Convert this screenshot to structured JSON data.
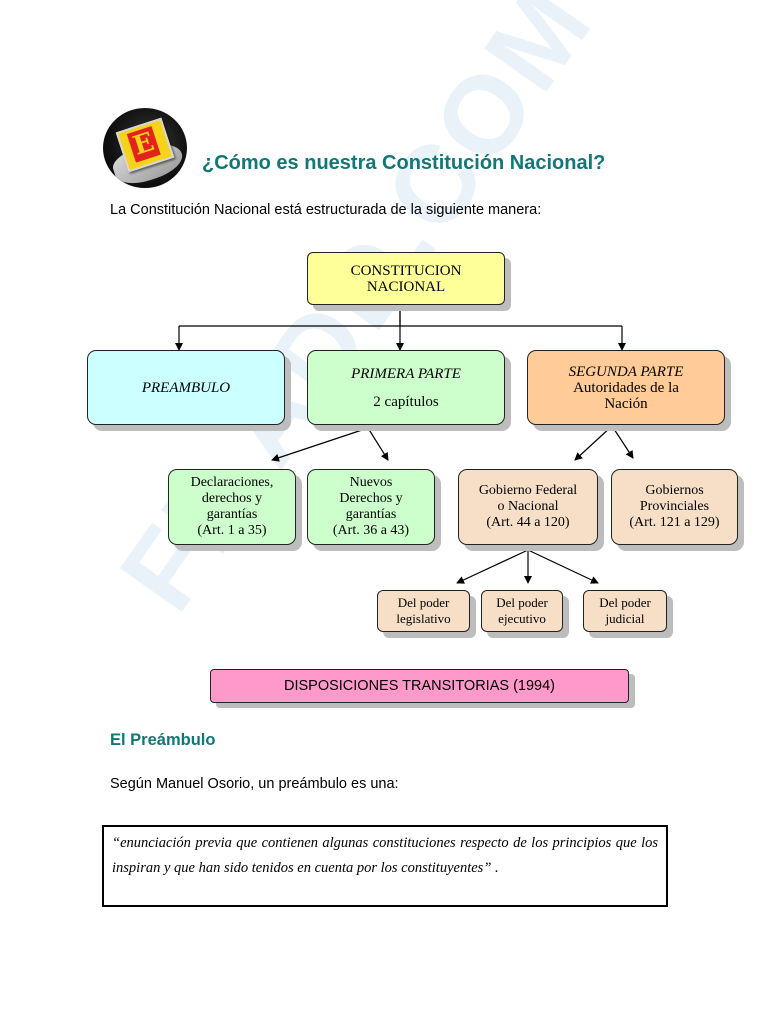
{
  "header": {
    "title": "¿Cómo es nuestra Constitución Nacional?",
    "logo_letter": "E",
    "logo_icon": "hand-holding-card-icon"
  },
  "intro": "La Constitución Nacional está estructurada de la siguiente manera:",
  "diagram": {
    "root": {
      "line1": "CONSTITUCION",
      "line2": "NACIONAL"
    },
    "preambulo": "PREAMBULO",
    "primera": {
      "title": "PRIMERA PARTE",
      "subtitle": "2 capítulos"
    },
    "segunda": {
      "title": "SEGUNDA PARTE",
      "line2": "Autoridades de la",
      "line3": "Nación"
    },
    "declaraciones": {
      "l1": "Declaraciones,",
      "l2": "derechos y",
      "l3": "garantías",
      "l4": "(Art. 1 a 35)"
    },
    "nuevos": {
      "l1": "Nuevos",
      "l2": "Derechos y",
      "l3": "garantías",
      "l4": "(Art. 36 a 43)"
    },
    "gob_federal": {
      "l1": "Gobierno Federal",
      "l2": "o Nacional",
      "l3": "(Art. 44 a 120)"
    },
    "gob_provinciales": {
      "l1": "Gobiernos",
      "l2": "Provinciales",
      "l3": "(Art. 121 a 129)"
    },
    "legislativo": {
      "l1": "Del poder",
      "l2": "legislativo"
    },
    "ejecutivo": {
      "l1": "Del poder",
      "l2": "ejecutivo"
    },
    "judicial": {
      "l1": "Del poder",
      "l2": "judicial"
    },
    "disposiciones": "DISPOSICIONES TRANSITORIAS (1994)"
  },
  "section_title": "El Preámbulo",
  "segun": "Según Manuel Osorio, un preámbulo es una:",
  "quote": "“enunciación previa que contienen algunas constituciones respecto de los principios que los inspiran y que han sido tenidos en cuenta por los constituyentes” .",
  "watermark": "FILADD.COM",
  "colors": {
    "title_teal": "#117777",
    "root_yellow": "#ffff99",
    "preambulo_cyan": "#ccffff",
    "primera_green": "#ccffcc",
    "segunda_orange": "#ffcc99",
    "poderes_peach": "#f7dfc7",
    "disposiciones_pink": "#ff99cc"
  }
}
